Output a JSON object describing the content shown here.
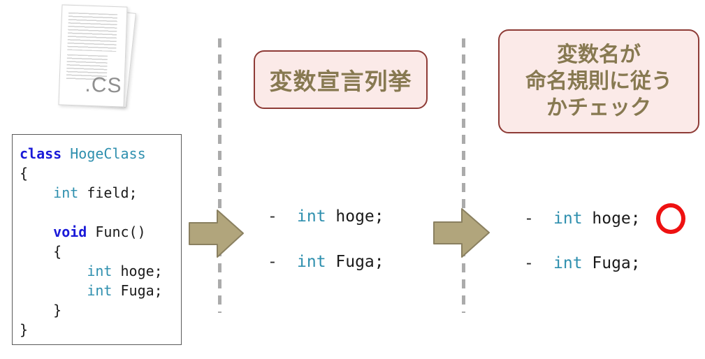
{
  "figure": {
    "file_icon": {
      "extension_label": ".CS"
    },
    "source_code": {
      "lines": [
        [
          {
            "text": "class",
            "style": "keyword"
          },
          {
            "text": " ",
            "style": "plain"
          },
          {
            "text": "HogeClass",
            "style": "type"
          }
        ],
        [
          {
            "text": "{",
            "style": "plain"
          }
        ],
        [
          {
            "text": "    ",
            "style": "plain"
          },
          {
            "text": "int",
            "style": "type"
          },
          {
            "text": " field;",
            "style": "plain"
          }
        ],
        [],
        [
          {
            "text": "    ",
            "style": "plain"
          },
          {
            "text": "void",
            "style": "keyword"
          },
          {
            "text": " Func()",
            "style": "plain"
          }
        ],
        [
          {
            "text": "    {",
            "style": "plain"
          }
        ],
        [
          {
            "text": "        ",
            "style": "plain"
          },
          {
            "text": "int",
            "style": "type"
          },
          {
            "text": " hoge;",
            "style": "plain"
          }
        ],
        [
          {
            "text": "        ",
            "style": "plain"
          },
          {
            "text": "int",
            "style": "type"
          },
          {
            "text": " Fuga;",
            "style": "plain"
          }
        ],
        [
          {
            "text": "    }",
            "style": "plain"
          }
        ],
        [
          {
            "text": "}",
            "style": "plain"
          }
        ]
      ]
    },
    "step1": {
      "title": "変数宣言列挙",
      "items": [
        {
          "dash": "-",
          "keyword": "int",
          "rest": " hoge;"
        },
        {
          "dash": "-",
          "keyword": "int",
          "rest": " Fuga;"
        }
      ]
    },
    "step2": {
      "title_lines": [
        "変数名が",
        "命名規則に従う",
        "かチェック"
      ],
      "items": [
        {
          "dash": "-",
          "keyword": "int",
          "rest": " hoge;",
          "result": "pass"
        },
        {
          "dash": "-",
          "keyword": "int",
          "rest": " Fuga;",
          "result": "fail"
        }
      ]
    },
    "colors": {
      "keyword_blue": "#1a1ad8",
      "type_teal": "#2e8fae",
      "box_fill": "#fbeae8",
      "box_border": "#8e3b36",
      "heading_text": "#877951",
      "arrow_fill": "#b1a57c",
      "arrow_border": "#8a8060",
      "divider_gray": "#ababab",
      "mark_red": "#ee1111"
    }
  }
}
